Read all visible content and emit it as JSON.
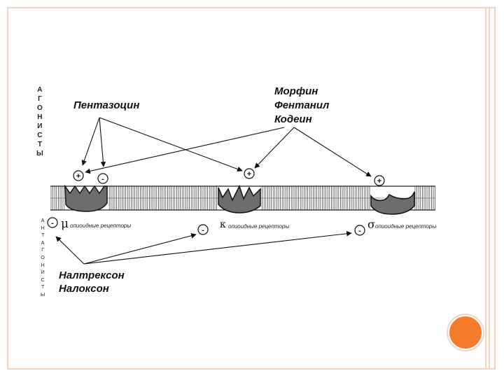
{
  "agonists_vertical": [
    "А",
    "Г",
    "О",
    "Н",
    "И",
    "С",
    "Т",
    "Ы"
  ],
  "antagonists_vertical": [
    "А",
    "Н",
    "Т",
    "А",
    "Г",
    "О",
    "Н",
    "И",
    "С",
    "Т",
    "Ы"
  ],
  "drugs": {
    "pentazocine": "Пентазоцин",
    "morphine": "Морфин",
    "fentanyl": "Фентанил",
    "codeine": "Кодеин",
    "naltrexone": "Налтрексон",
    "naloxone": "Налоксон"
  },
  "receptors": {
    "mu": {
      "symbol": "μ",
      "label": "опиоидные рецепторы"
    },
    "kappa": {
      "symbol": "κ",
      "label": "опиоидные рецепторы"
    },
    "sigma": {
      "symbol": "σ",
      "label": "опиоидные рецепторы"
    }
  },
  "signs": {
    "plus": "+",
    "minus": "-"
  },
  "colors": {
    "frame": "#f2d4c4",
    "accent_dot": "#f47a2c",
    "receptor_fill": "#6d6d6d"
  }
}
